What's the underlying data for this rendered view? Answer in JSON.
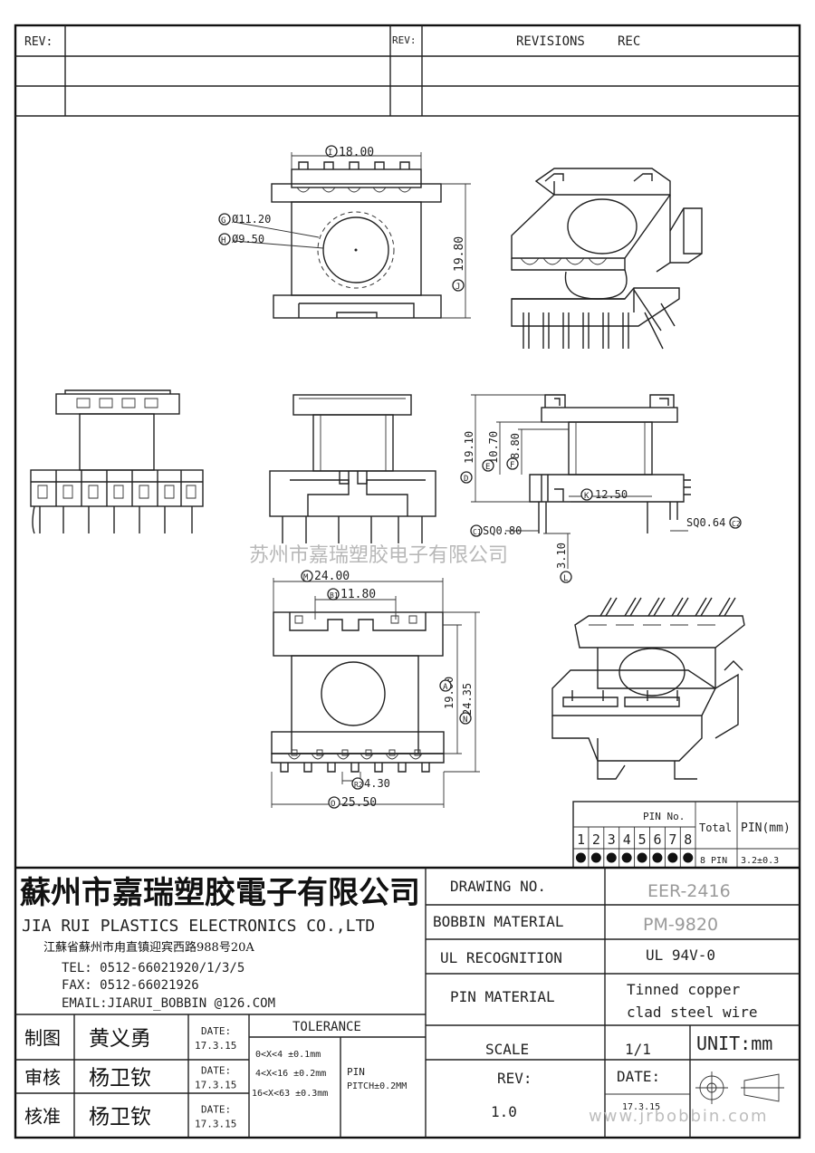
{
  "header": {
    "rev_label_left": "REV:",
    "rev_label_right": "REV:",
    "revisions_label": "REVISIONS",
    "rec_label": "REC"
  },
  "dimensions": {
    "I": "18.00",
    "G": "Ø11.20",
    "H": "Ø9.50",
    "J": "19.80",
    "D": "19.10",
    "E": "10.70",
    "F": "8.80",
    "K": "12.50",
    "C1": "SQ0.80",
    "C2": "SQ0.64",
    "L": "3.10",
    "M": "24.00",
    "B1": "11.80",
    "A": "19.00",
    "N": "24.35",
    "R2": "4.30",
    "O": "25.50"
  },
  "dimension_tags": {
    "I": "I",
    "G": "G",
    "H": "H",
    "J": "J",
    "D": "D",
    "E": "E",
    "F": "F",
    "K": "K",
    "C1": "C1",
    "C2": "C2",
    "L": "L",
    "M": "M",
    "B1": "B1",
    "A": "A",
    "N": "N",
    "R2": "R2",
    "O": "O"
  },
  "watermark": "苏州市嘉瑞塑胶电子有限公司",
  "pin_table": {
    "title": "PIN No.",
    "numbers": [
      "1",
      "2",
      "3",
      "4",
      "5",
      "6",
      "7",
      "8"
    ],
    "total_label": "Total",
    "total_value": "8 PIN",
    "pin_label": "PIN(mm)",
    "pin_value": "3.2±0.3"
  },
  "company": {
    "name_cn": "蘇州市嘉瑞塑胶電子有限公司",
    "name_en": "JIA RUI PLASTICS ELECTRONICS CO.,LTD",
    "address": "江蘇省蘇州市甪直镇迎宾西路988号20A",
    "tel": "TEL:  0512-66021920/1/3/5",
    "fax": "FAX:  0512-66021926",
    "email": "EMAIL:JIARUI_BOBBIN @126.COM"
  },
  "info": {
    "drawing_no_label": "DRAWING   NO.",
    "drawing_no_value": "EER-2416",
    "bobbin_material_label": "BOBBIN  MATERIAL",
    "bobbin_material_value": "PM-9820",
    "ul_label": "UL RECOGNITION",
    "ul_value": "UL 94V-0",
    "pin_material_label": "PIN MATERIAL",
    "pin_material_value_1": "Tinned copper",
    "pin_material_value_2": "clad steel wire",
    "scale_label": "SCALE",
    "scale_value": "1/1",
    "unit": "UNIT:mm",
    "rev_label": "REV:",
    "rev_value": "1.0",
    "date_label": "DATE:",
    "date_value": "17.3.15"
  },
  "signatures": [
    {
      "role": "制图",
      "name": "黄义勇",
      "date_label": "DATE:",
      "date": "17.3.15"
    },
    {
      "role": "审核",
      "name": "杨卫钦",
      "date_label": "DATE:",
      "date": "17.3.15"
    },
    {
      "role": "核准",
      "name": "杨卫钦",
      "date_label": "DATE:",
      "date": "17.3.15"
    }
  ],
  "tolerance": {
    "title": "TOLERANCE",
    "rows": [
      "0<X<4  ±0.1mm",
      "4<X<16 ±0.2mm",
      "16<X<63 ±0.3mm"
    ],
    "pin_1": "PIN",
    "pin_2": "PITCH±0.2MM"
  },
  "footer_watermark": "www.jrbobbin.com"
}
